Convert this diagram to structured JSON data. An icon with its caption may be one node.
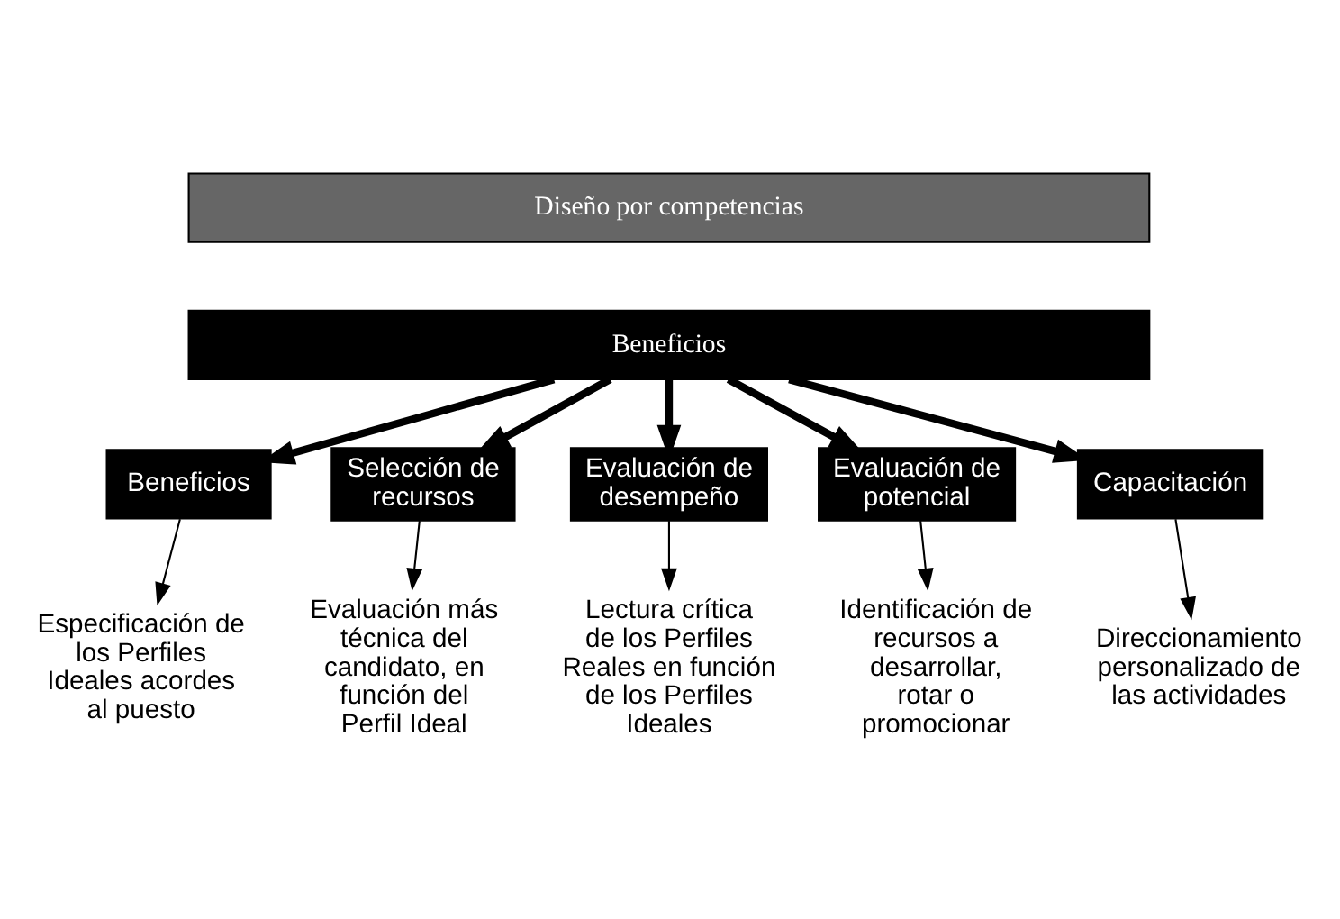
{
  "diagram": {
    "nodes": [
      {
        "text": [
          "Diseño por competencias"
        ]
      },
      {
        "text": [
          "Beneficios"
        ]
      },
      {
        "text": [
          "Beneficios"
        ]
      },
      {
        "text": [
          "Selección de recursos"
        ]
      },
      {
        "text": [
          "Evaluación de desempeño"
        ]
      },
      {
        "text": [
          "Evaluación de potencial"
        ]
      },
      {
        "text": [
          "Capacitación"
        ]
      },
      {
        "text": [
          "Especificación de los Perfiles Ideales acordes al puesto"
        ]
      },
      {
        "text": [
          "Evaluación más técnica del candidato, en función del Perfil Ideal"
        ]
      },
      {
        "text": [
          "Lectura crítica de los Perfiles Reales en función de los Perfiles Ideales"
        ]
      },
      {
        "text": [
          "Identificación de recursos a desarrollar, rotar o promocionar"
        ]
      },
      {
        "text": [
          "Direccionamiento personalizado de las actividades"
        ]
      }
    ],
    "edges": [
      {
        "from": 1,
        "to": 2,
        "arrow": "to",
        "style": "thick"
      },
      {
        "from": 1,
        "to": 3,
        "arrow": "to",
        "style": "thick"
      },
      {
        "from": 1,
        "to": 4,
        "arrow": "to",
        "style": "thick"
      },
      {
        "from": 1,
        "to": 5,
        "arrow": "to",
        "style": "thick"
      },
      {
        "from": 1,
        "to": 6,
        "arrow": "to",
        "style": "thick"
      },
      {
        "from": 2,
        "to": 7,
        "arrow": "to"
      },
      {
        "from": 3,
        "to": 8,
        "arrow": "to"
      },
      {
        "from": 4,
        "to": 9,
        "arrow": "to"
      },
      {
        "from": 5,
        "to": 10,
        "arrow": "to"
      },
      {
        "from": 6,
        "to": 11,
        "arrow": "to"
      }
    ]
  }
}
